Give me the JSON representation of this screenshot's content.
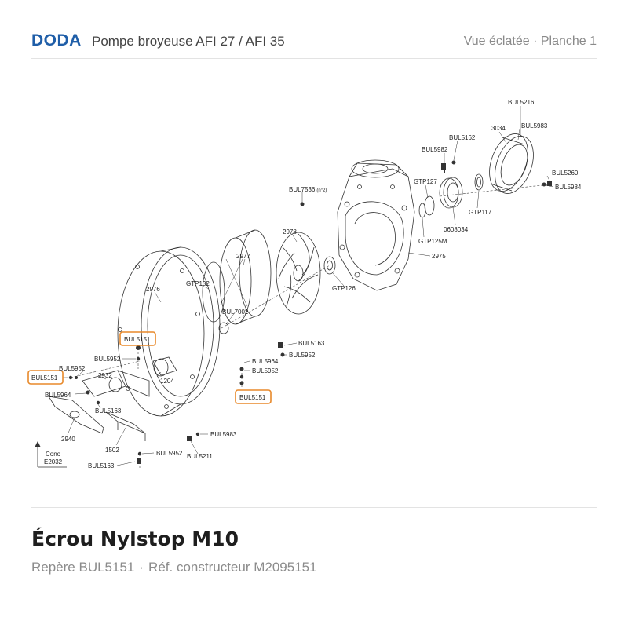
{
  "header": {
    "brand": "DODA",
    "product": "Pompe broyeuse AFI 27 / AFI 35",
    "plate": "Vue éclatée · Planche 1"
  },
  "diagram": {
    "labels": {
      "bul5216": "BUL5216",
      "p3034": "3034",
      "bul5983_top": "BUL5983",
      "bul5162": "BUL5162",
      "bul5982": "BUL5982",
      "bul5260": "BUL5260",
      "bul5984": "BUL5984",
      "gtp127": "GTP127",
      "gtp117": "GTP117",
      "bul7536": "BUL7536",
      "bul7536_qty": "(n°2)",
      "p0608034": "0608034",
      "gtp125m": "GTP125M",
      "p2978": "2978",
      "p2975": "2975",
      "p2977": "2977",
      "gtp126": "GTP126",
      "gtp132": "GTP132",
      "p2976": "2976",
      "bul7002": "BUL7002",
      "bul5151_a": "BUL5151",
      "bul5163_right": "BUL5163",
      "bul5952_right": "BUL5952",
      "bul5952_mid": "BUL5952",
      "bul5964_right": "BUL5964",
      "bul5952_rb": "BUL5952",
      "bul5151_right": "BUL5151",
      "bul5952_left": "BUL5952",
      "bul5151_left": "BUL5151",
      "p2932": "2932",
      "p1204": "1204",
      "bul5964_left": "BUL5964",
      "bul5163_mid": "BUL5163",
      "p2940": "2940",
      "bul5983_bottom": "BUL5983",
      "bul5211": "BUL5211",
      "p1502": "1502",
      "bul5952_bottom": "BUL5952",
      "bul5163_bottom": "BUL5163",
      "cono": "Cono",
      "e2032": "E2032"
    }
  },
  "part": {
    "title": "Écrou Nylstop M10",
    "repere": "Repère BUL5151",
    "separator": "·",
    "reference": "Réf. constructeur M2095151"
  },
  "colors": {
    "brand": "#1f5ea8",
    "highlight": "#e8892a"
  }
}
